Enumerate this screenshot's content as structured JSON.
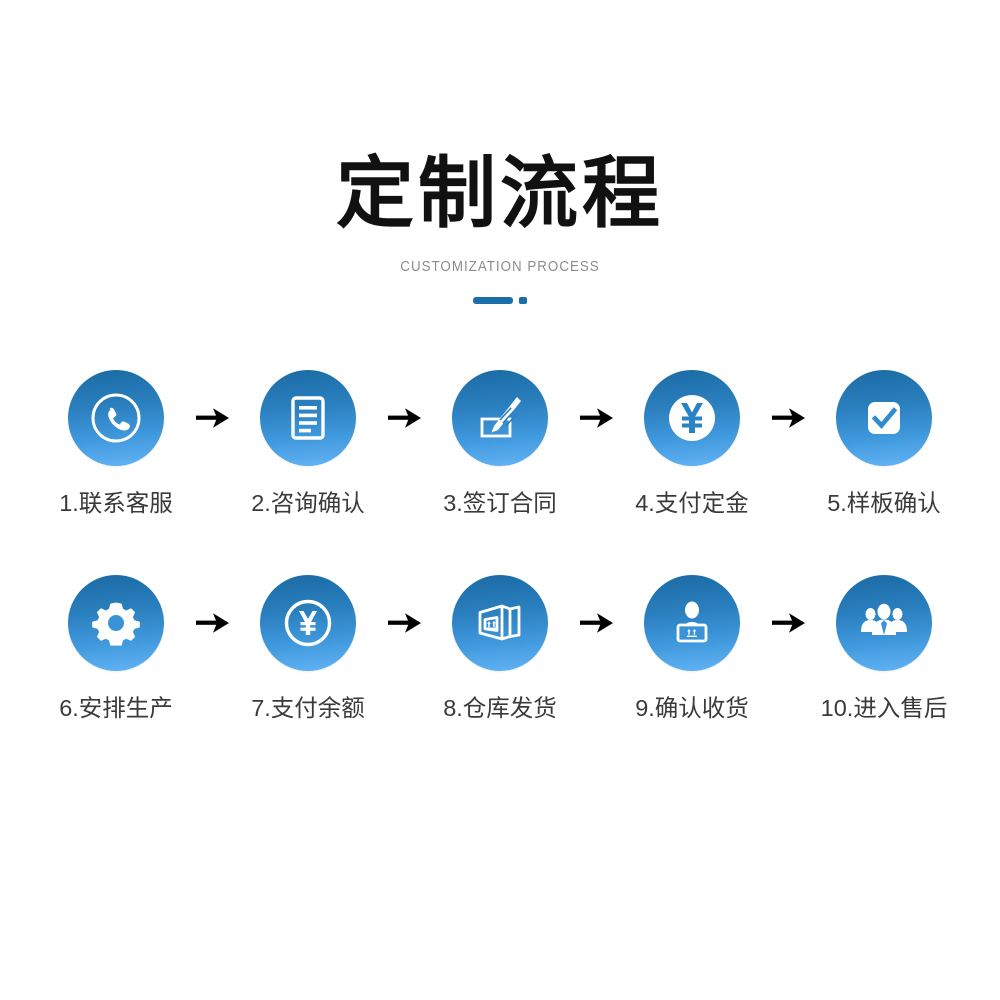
{
  "header": {
    "title": "定制流程",
    "subtitle": "CUSTOMIZATION PROCESS",
    "accent_color": "#1a6fa8",
    "divider": {
      "bar": "",
      "dot": ""
    }
  },
  "colors": {
    "circle_gradient_top": "#1a6ba4",
    "circle_gradient_bottom": "#63b4f5",
    "label_text": "#3a3a3a",
    "subtitle_text": "#8c8c8c",
    "title_text": "#111111",
    "arrow": "#000000"
  },
  "rows": [
    {
      "steps": [
        {
          "number": "1",
          "label": "1.联系客服",
          "icon": "phone-icon"
        },
        {
          "number": "2",
          "label": "2.咨询确认",
          "icon": "document-icon"
        },
        {
          "number": "3",
          "label": "3.签订合同",
          "icon": "contract-pen-icon"
        },
        {
          "number": "4",
          "label": "4.支付定金",
          "icon": "yen-circle-filled-icon"
        },
        {
          "number": "5",
          "label": "5.样板确认",
          "icon": "checkbox-check-icon"
        }
      ]
    },
    {
      "steps": [
        {
          "number": "6",
          "label": "6.安排生产",
          "icon": "gear-icon"
        },
        {
          "number": "7",
          "label": "7.支付余额",
          "icon": "yen-coin-outline-icon"
        },
        {
          "number": "8",
          "label": "8.仓库发货",
          "icon": "warehouse-box-icon"
        },
        {
          "number": "9",
          "label": "9.确认收货",
          "icon": "delivery-person-icon"
        },
        {
          "number": "10",
          "label": "10.进入售后",
          "icon": "team-people-icon"
        }
      ]
    }
  ],
  "arrow_glyph": "→"
}
